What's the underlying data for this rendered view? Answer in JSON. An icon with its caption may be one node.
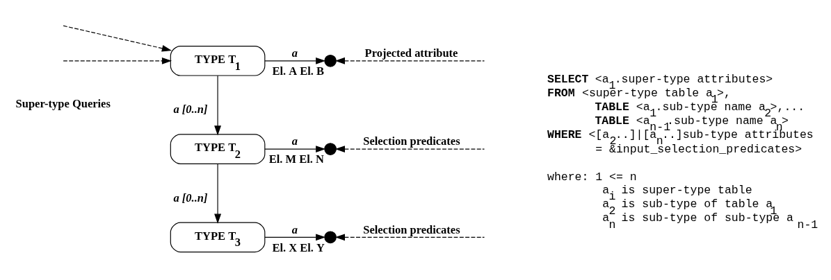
{
  "diagram": {
    "nodes": [
      {
        "text": [
          "TYPE T$_{1}$"
        ]
      },
      {
        "text": [
          "TYPE T$_{2}$"
        ]
      },
      {
        "text": [
          "TYPE T$_{3}$"
        ]
      },
      {
        "text": [],
        "shape": "circle",
        "beside": [
          "El. A El. B"
        ]
      },
      {
        "text": [],
        "shape": "circle",
        "beside": [
          "El. M El. N"
        ]
      },
      {
        "text": [],
        "shape": "circle",
        "beside": [
          "El. X El. Y"
        ]
      }
    ],
    "edges": [
      {
        "from": 0,
        "to": 3,
        "arrow": "to",
        "label": "a"
      },
      {
        "from": 0,
        "to": 1,
        "arrow": "to",
        "label": "a [0..n]"
      },
      {
        "from": 1,
        "to": 4,
        "arrow": "to",
        "label": "a"
      },
      {
        "from": 1,
        "to": 2,
        "arrow": "to",
        "label": "a [0..n]"
      },
      {
        "from": 2,
        "to": 5,
        "arrow": "to",
        "label": "a"
      },
      {
        "from": null,
        "to": 3,
        "arrow": "to",
        "style": "dashed",
        "label": "Projected attribute"
      },
      {
        "from": null,
        "to": 4,
        "arrow": "to",
        "style": "dashed",
        "label": "Selection predicates"
      },
      {
        "from": null,
        "to": 5,
        "arrow": "to",
        "style": "dashed",
        "label": "Selection predicates"
      },
      {
        "from": null,
        "to": 0,
        "arrow": "to",
        "style": "dashed"
      },
      {
        "from": null,
        "to": 0,
        "arrow": "to",
        "style": "dashed"
      }
    ],
    "labels": [
      "Super-type Queries",
      "**SELECT** <a$_{1}$.super-type attributes>",
      "**FROM** <super-type table a$_{1}$>,",
      "**TABLE** <a$_{1}$.sub-type name a$_{2}$>,...",
      "**TABLE** <a$_{n-1}$.sub-type name a$_{n}$>",
      "**WHERE** <[a$_{2}$..]|[a$_{n}$..]sub-type attributes",
      "= &input_selection_predicates>",
      "where: 1 <= n",
      "a$_{i}$ is super-type table",
      "a$_{2}$ is sub-type of table a$_{1}$",
      "a$_{n}$ is sub-type of sub-type a $_{n-1}$"
    ]
  }
}
